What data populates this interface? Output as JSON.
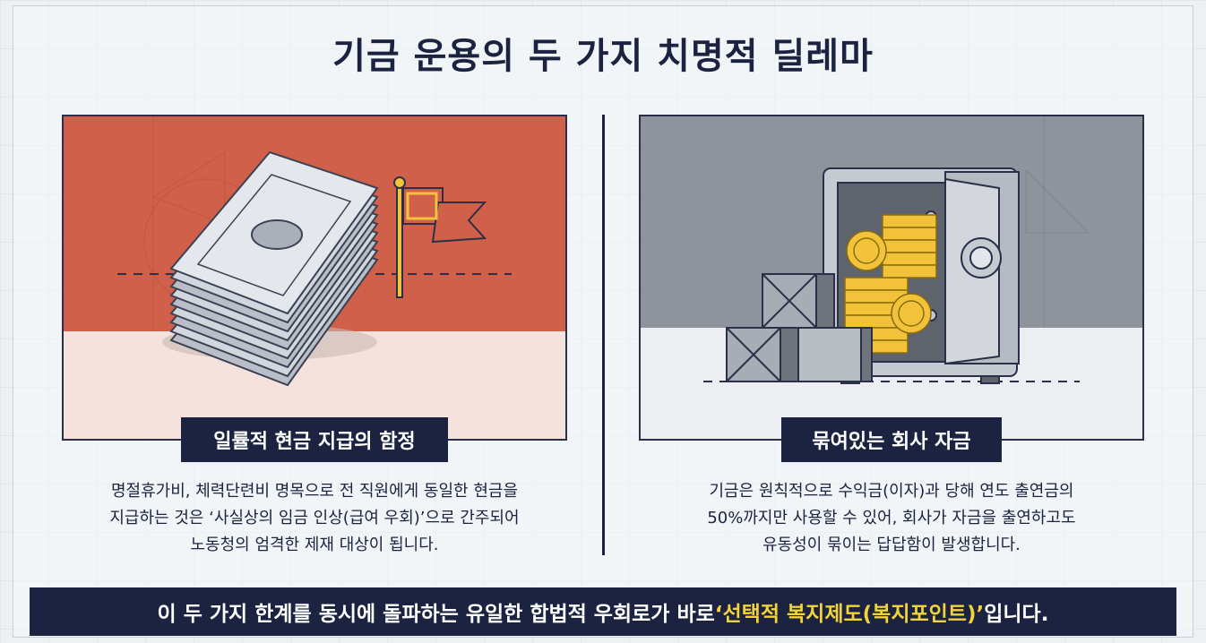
{
  "title": "기금 운용의 두 가지 치명적 딜레마",
  "left": {
    "caption": "일률적 현금 지급의 함정",
    "desc_lines": [
      "명절휴가비, 체력단련비 명목으로 전 직원에게 동일한 현금을",
      "지급하는 것은 ‘사실상의 임금 인상(급여 우회)’으로 간주되어",
      "노동청의 엄격한 제재 대상이 됩니다."
    ],
    "icons": [
      "cash-stack-icon",
      "red-flag-icon"
    ],
    "colors": {
      "bg_top": "#d0604a",
      "bg_bottom": "#f6e2dc"
    }
  },
  "right": {
    "caption": "묶여있는 회사 자금",
    "desc_lines": [
      "기금은 원칙적으로 수익금(이자)과 당해 연도 출연금의",
      "50%까지만 사용할 수 있어, 회사가 자금을 출연하고도",
      "유동성이 묶이는 답답함이 발생합니다."
    ],
    "icons": [
      "safe-icon",
      "gold-coins-icon",
      "boxes-icon"
    ],
    "colors": {
      "bg_top": "#8f939b",
      "bg_bottom": "#eceef1"
    }
  },
  "footer": {
    "prefix": "이 두 가지 한계를 동시에 돌파하는 유일한 합법적 우회로가 바로 ",
    "highlight": "‘선택적 복지제도(복지포인트)’",
    "suffix": "입니다."
  },
  "colors": {
    "navy": "#1b2340",
    "highlight": "#f2d43a"
  }
}
